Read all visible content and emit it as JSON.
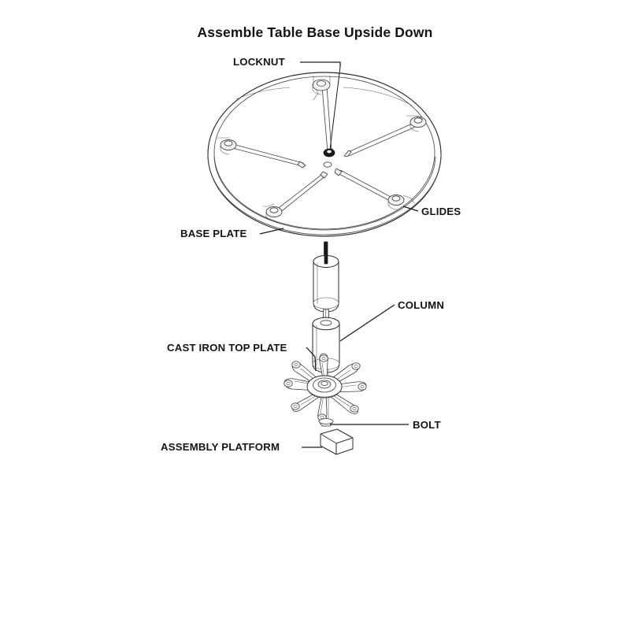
{
  "document": {
    "title": "Assemble Table Base Upside Down",
    "background_color": "#ffffff",
    "line_color": "#2b2b2b",
    "text_color": "#141414"
  },
  "labels": {
    "locknut": "LOCKNUT",
    "glides": "GLIDES",
    "base_plate": "BASE PLATE",
    "column": "COLUMN",
    "cast_iron_top_plate": "CAST IRON TOP PLATE",
    "bolt": "BOLT",
    "assembly_platform": "ASSEMBLY PLATFORM"
  },
  "parts": [
    {
      "name": "base-plate",
      "label": "BASE PLATE",
      "shape": "ellipse-disc",
      "spoke_count": 5,
      "description": "Large round base plate shown in perspective as an ellipse with a double-line rim and five radial spoke rods."
    },
    {
      "name": "glides",
      "label": "GLIDES",
      "shape": "knob",
      "count": 5,
      "description": "Small glide knobs mounted at the outer end of each spoke on the base plate rim."
    },
    {
      "name": "locknut",
      "label": "LOCKNUT",
      "shape": "filled-circle",
      "description": "Dark locknut at the centre hub of the base plate."
    },
    {
      "name": "column",
      "label": "COLUMN",
      "shape": "cylinder-pair",
      "segments": 2,
      "description": "Two cylindrical column segments stacked vertically with a threaded stud running through them."
    },
    {
      "name": "cast-iron-top-plate",
      "label": "CAST IRON TOP PLATE",
      "shape": "spider-star",
      "arm_count": 8,
      "description": "Eight-armed cast iron spider plate with a central ring hub and a mounting hole at the tip of each arm."
    },
    {
      "name": "bolt",
      "label": "BOLT",
      "shape": "shaft-with-head",
      "description": "Thin vertical bolt with a small head beneath the cast iron top plate."
    },
    {
      "name": "assembly-platform",
      "label": "ASSEMBLY PLATFORM",
      "shape": "isometric-box",
      "description": "Small isometric block representing the assembly platform / work surface."
    }
  ]
}
